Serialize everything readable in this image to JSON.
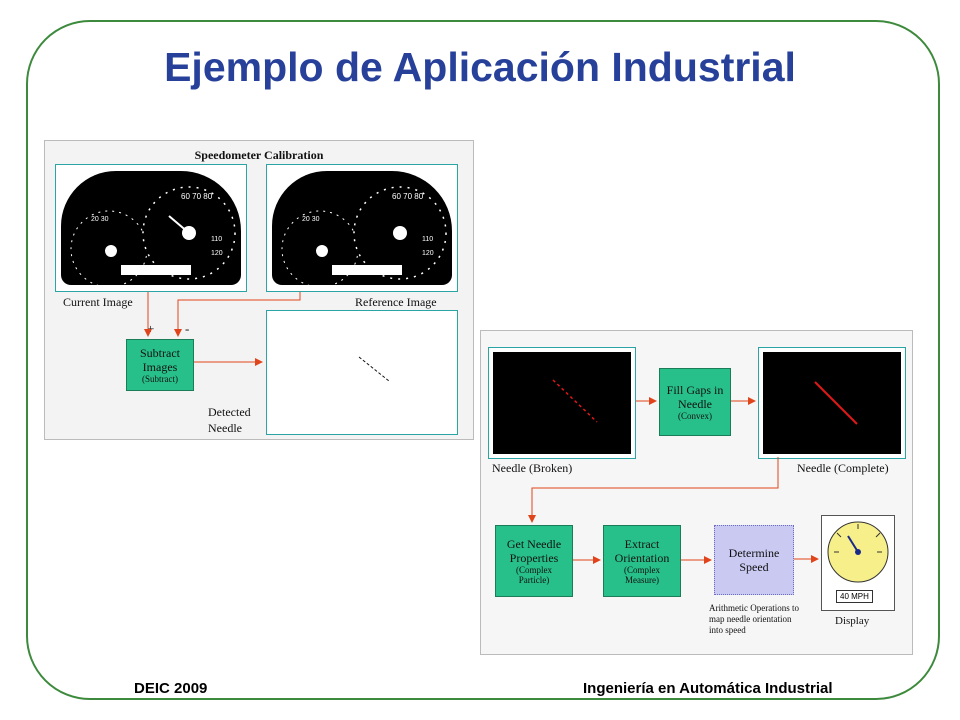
{
  "title": "Ejemplo de Aplicación Industrial",
  "footer": {
    "left": "DEIC 2009",
    "right": "Ingeniería en Automática Industrial"
  },
  "calibration": {
    "heading": "Speedometer Calibration",
    "current_image": "Current Image",
    "reference_image": "Reference Image",
    "plus": "+",
    "minus": "-",
    "subtract_main": "Subtract Images",
    "subtract_sub": "(Subtract)",
    "detected": "Detected",
    "needle": "Needle"
  },
  "pipeline": {
    "needle_broken": "Needle (Broken)",
    "needle_complete": "Needle (Complete)",
    "fill_main": "Fill Gaps in Needle",
    "fill_sub": "(Convex)",
    "get_main": "Get Needle Properties",
    "get_sub": "(Complex Particle)",
    "extract_main": "Extract Orientation",
    "extract_sub": "(Complex Measure)",
    "determine": "Determine Speed",
    "arith_note": "Arithmetic Operations to map needle orientation into speed",
    "display_label": "Display",
    "display_readout": "40 MPH"
  },
  "colors": {
    "title": "#27409a",
    "frame": "#3d8a3d",
    "process_box": "#28c08a",
    "wire": "#e0441a",
    "determine_box": "#c9c9f2",
    "gauge_face": "#f6ef8a"
  }
}
